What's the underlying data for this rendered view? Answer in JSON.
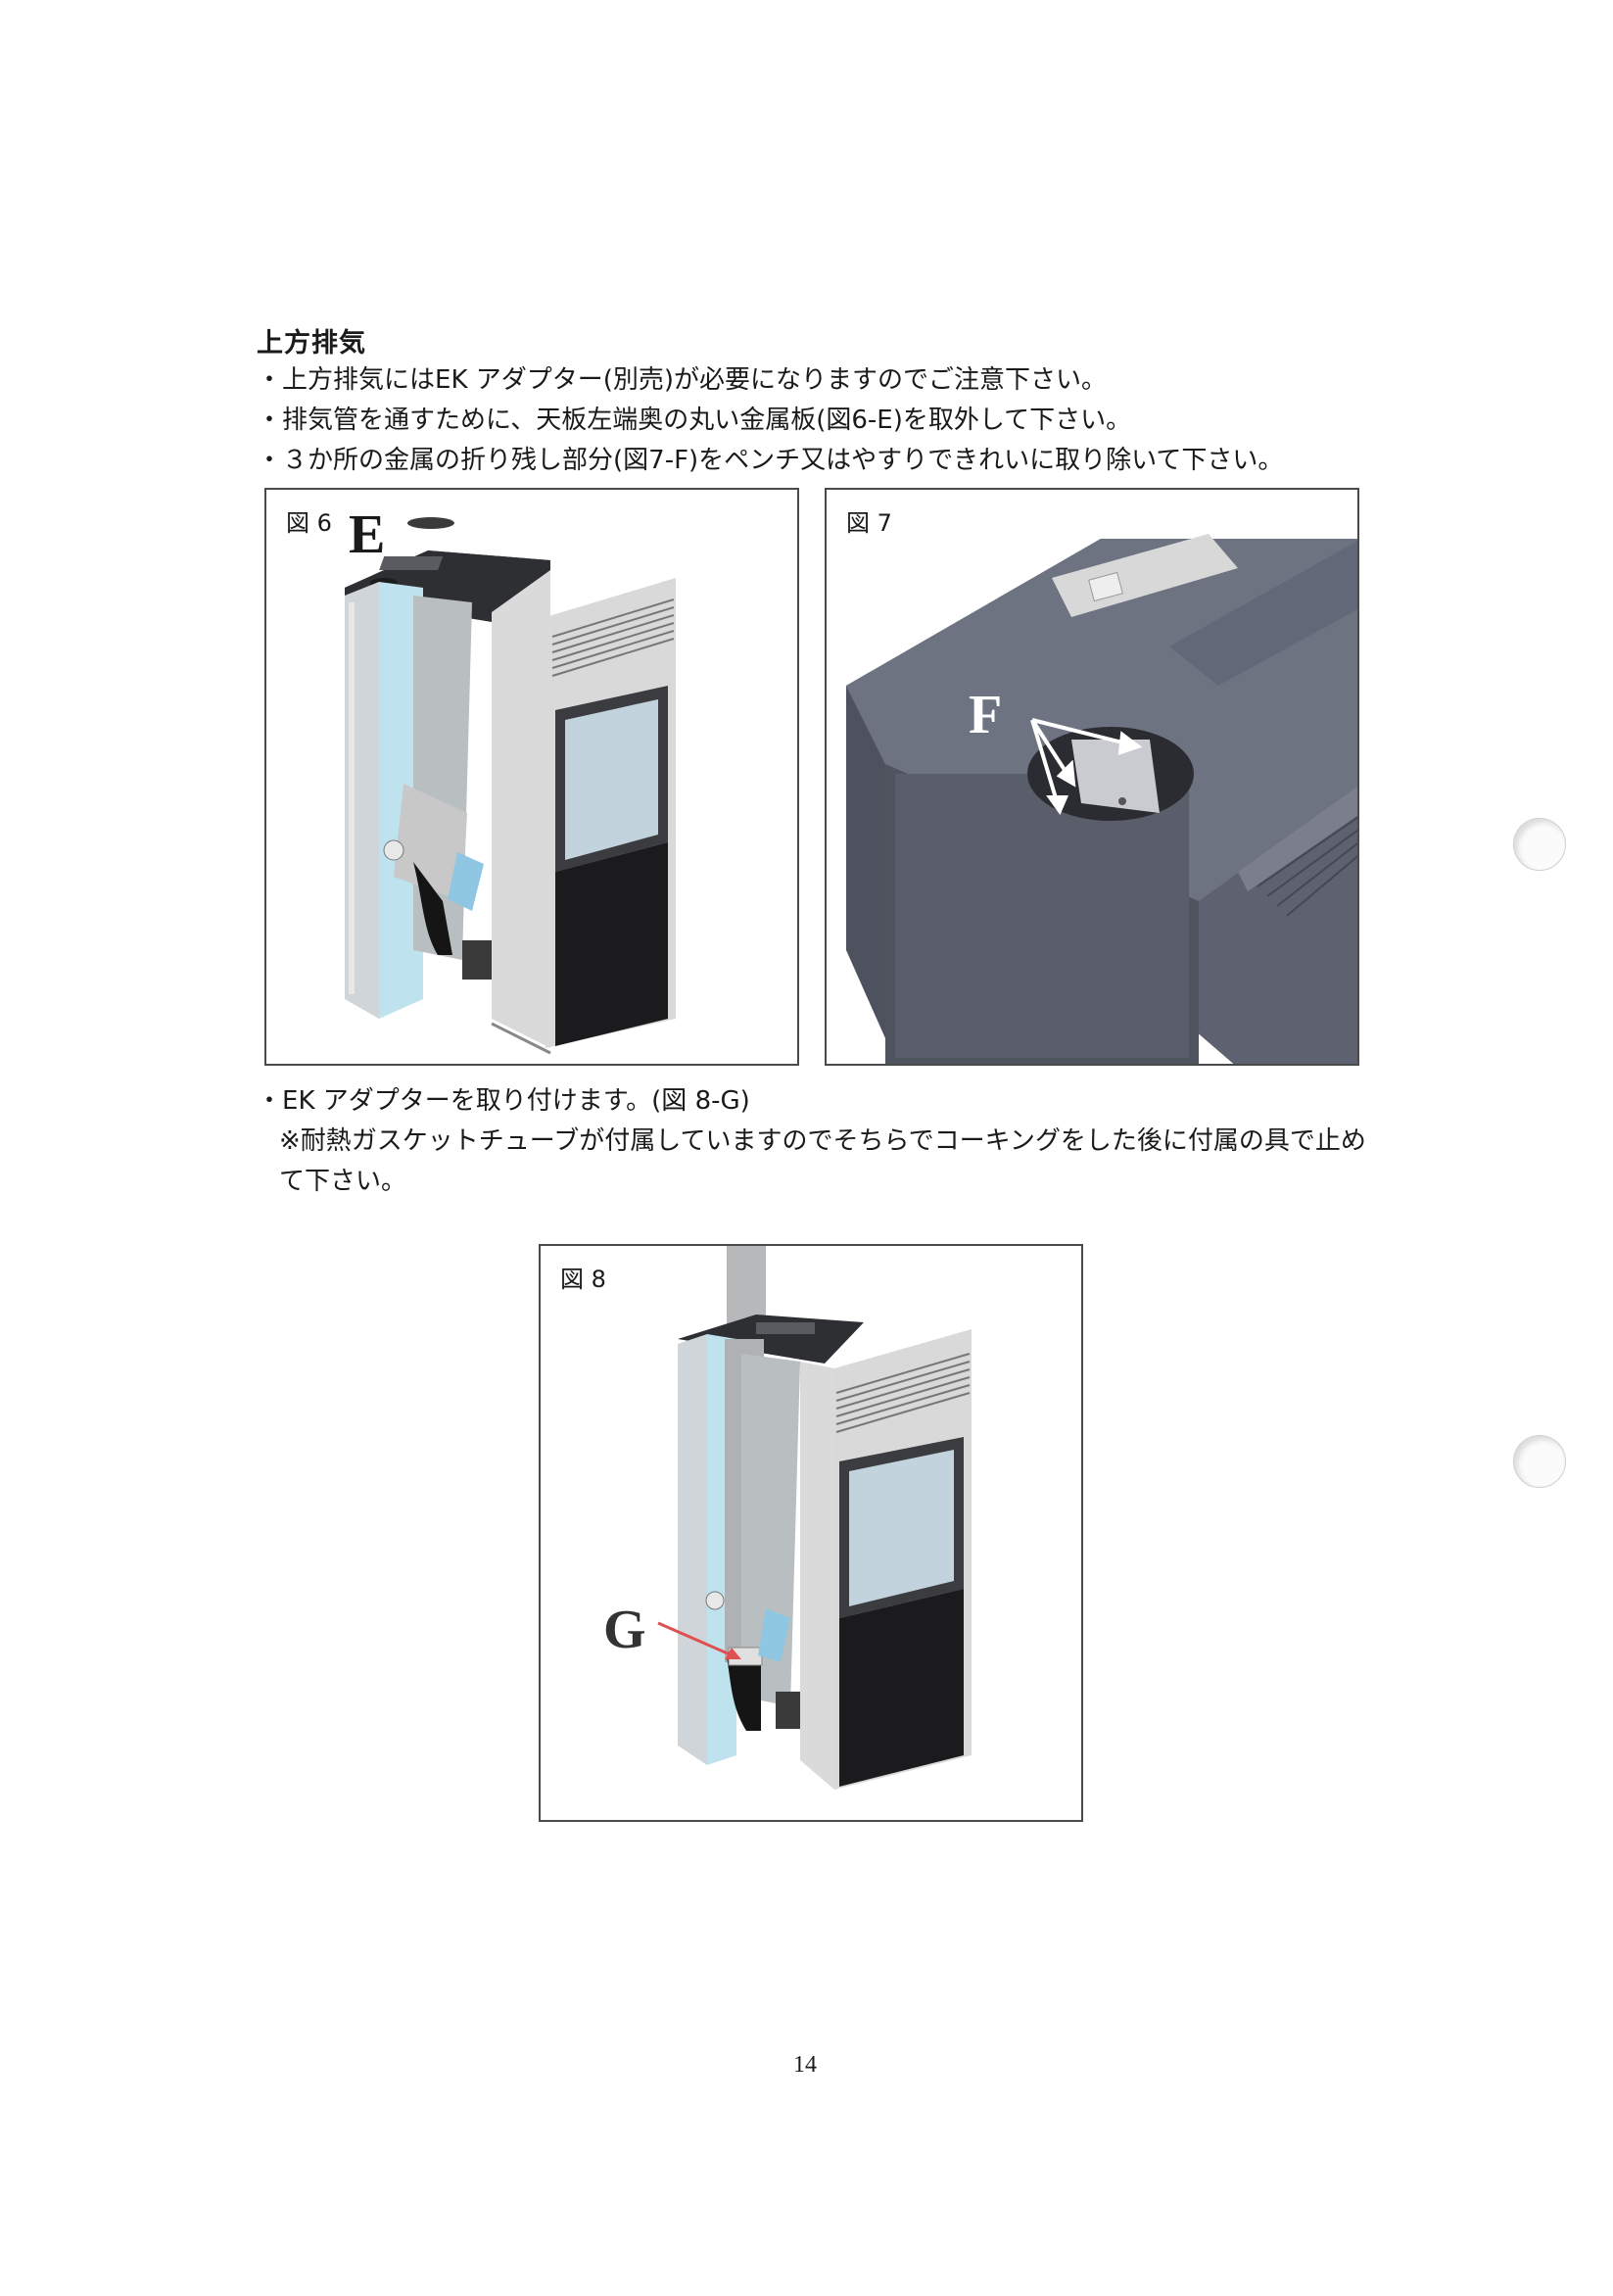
{
  "heading": "上方排気",
  "bullets": [
    "上方排気にはEK アダプター(別売)が必要になりますのでご注意下さい。",
    "排気管を通すために、天板左端奥の丸い金属板(図6-E)を取外して下さい。",
    "３か所の金属の折り残し部分(図7-F)をペンチ又はやすりできれいに取り除いて下さい。"
  ],
  "bullet2": "EK アダプターを取り付けます。(図 8-G)",
  "note": "※耐熱ガスケットチューブが付属していますのでそちらでコーキングをした後に付属の具で止めて下さい。",
  "figures": {
    "fig6": {
      "label": "図 6",
      "letter": "E"
    },
    "fig7": {
      "label": "図 7",
      "letter": "F"
    },
    "fig8": {
      "label": "図 8",
      "letter": "G"
    }
  },
  "page_number": "14"
}
